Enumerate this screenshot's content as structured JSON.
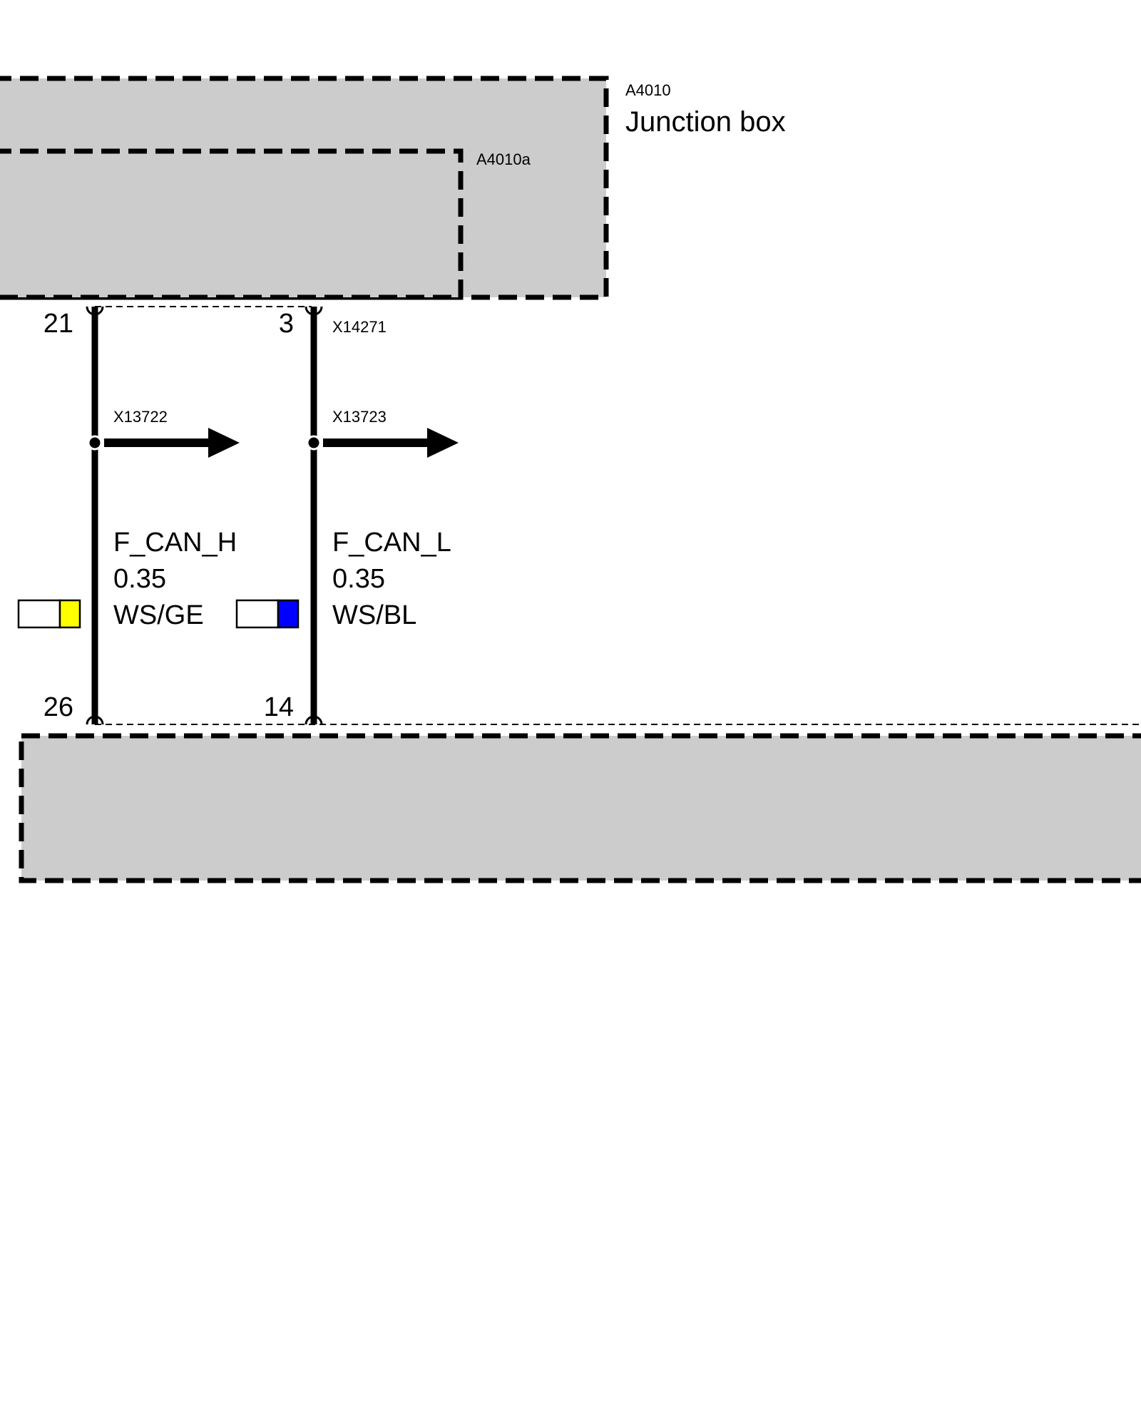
{
  "components": {
    "junction_box": {
      "id": "A4010",
      "name": "Junction box"
    },
    "sub_unit": {
      "id": "A4010a"
    },
    "bottom_unit": {
      "id": ""
    }
  },
  "connectors": {
    "top": "X14271",
    "splice_left": "X13722",
    "splice_right": "X13723"
  },
  "wires": [
    {
      "signal": "F_CAN_H",
      "size": "0.35",
      "color_code": "WS/GE",
      "pin_top": "21",
      "pin_bottom": "26",
      "base_color": "#ffffff",
      "stripe_color": "#ffff00"
    },
    {
      "signal": "F_CAN_L",
      "size": "0.35",
      "color_code": "WS/BL",
      "pin_top": "3",
      "pin_bottom": "14",
      "base_color": "#ffffff",
      "stripe_color": "#0000ff"
    }
  ],
  "colors": {
    "housing_fill": "#cccccc",
    "line": "#000000"
  }
}
